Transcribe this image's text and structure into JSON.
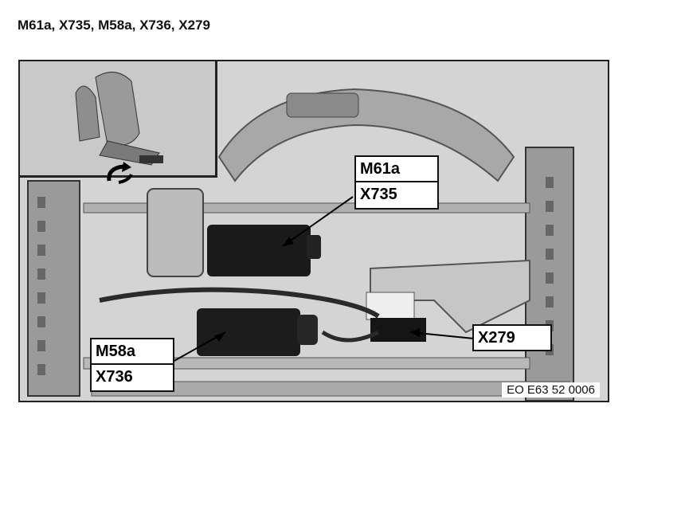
{
  "title": "M61a, X735, M58a, X736, X279",
  "figure": {
    "callouts": {
      "m61a": "M61a",
      "x735": "X735",
      "m58a": "M58a",
      "x736": "X736",
      "x279": "X279"
    },
    "reference_code": "EO E63 52 0006",
    "inset_description_icon": "seat-overview-icon",
    "arrow_icon": "curved-arrow-icon"
  }
}
